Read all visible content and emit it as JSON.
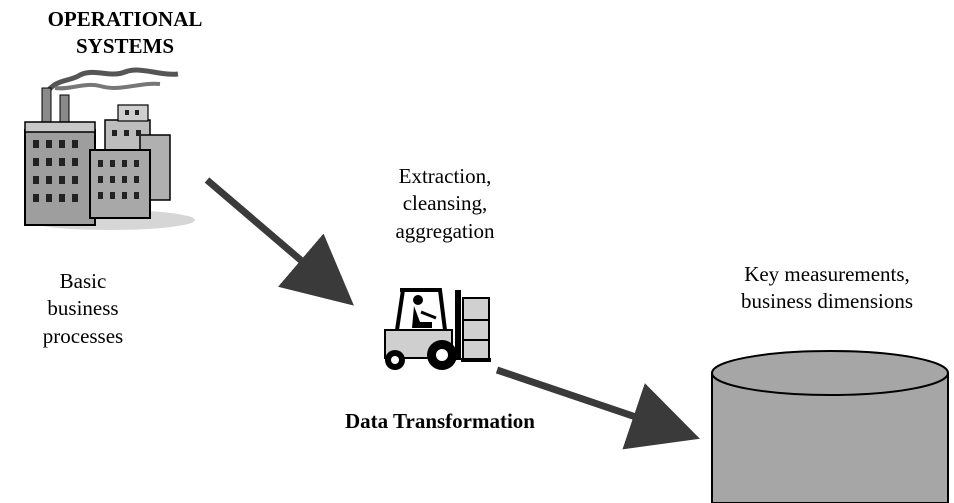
{
  "diagram": {
    "source": {
      "title_lines": [
        "OPERATIONAL",
        "SYSTEMS"
      ],
      "caption_lines": [
        "Basic",
        "business",
        "processes"
      ],
      "icon": "factory-icon"
    },
    "transformation": {
      "caption_lines": [
        "Extraction,",
        "cleansing,",
        "aggregation"
      ],
      "title": "Data Transformation",
      "icon": "forklift-icon"
    },
    "target": {
      "caption_lines": [
        "Key measurements,",
        "business dimensions"
      ],
      "icon": "database-cylinder-icon"
    },
    "colors": {
      "arrow": "#3a3a3a",
      "cylinder": "#a6a6a6",
      "outline": "#000000"
    }
  }
}
